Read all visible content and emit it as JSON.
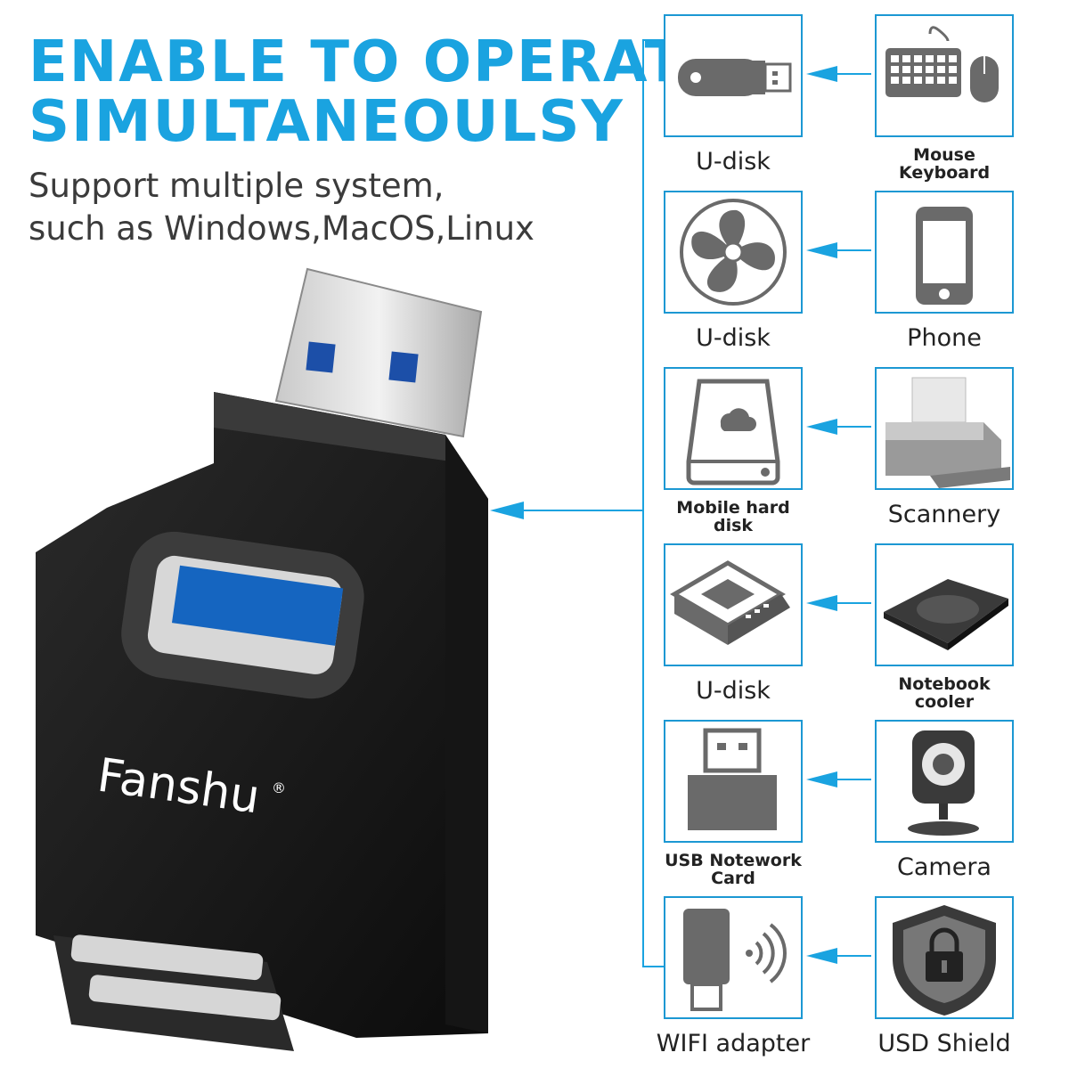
{
  "headline": {
    "line1": "ENABLE TO OPERATE",
    "line2": "SIMULTANEOULSY"
  },
  "subtitle": {
    "line1": "Support multiple system,",
    "line2": "such as Windows,MacOS,Linux"
  },
  "brand": {
    "name": "Fanshu",
    "mark": "®"
  },
  "colors": {
    "accent": "#1aa3e0",
    "tile_border": "#1c98d3",
    "icon_gray": "#6a6a6a",
    "port_blue": "#1565c0"
  },
  "rows": [
    {
      "left": {
        "icon": "usb-stick-icon",
        "label": [
          "U-disk"
        ]
      },
      "right": {
        "icon": "keyboard-mouse-icon",
        "label": [
          "Mouse",
          "Keyboard"
        ]
      }
    },
    {
      "left": {
        "icon": "fan-icon",
        "label": [
          "U-disk"
        ]
      },
      "right": {
        "icon": "phone-icon",
        "label": [
          "Phone"
        ]
      }
    },
    {
      "left": {
        "icon": "hard-drive-icon",
        "label": [
          "Mobile hard",
          "disk"
        ]
      },
      "right": {
        "icon": "printer-icon",
        "label": [
          "Scannery"
        ]
      }
    },
    {
      "left": {
        "icon": "scanner-icon",
        "label": [
          "U-disk"
        ]
      },
      "right": {
        "icon": "notebook-cooler-icon",
        "label": [
          "Notebook",
          "cooler"
        ]
      }
    },
    {
      "left": {
        "icon": "usb-network-card-icon",
        "label": [
          "USB Notework",
          "Card"
        ]
      },
      "right": {
        "icon": "camera-icon",
        "label": [
          "Camera"
        ]
      }
    },
    {
      "left": {
        "icon": "wifi-adapter-icon",
        "label": [
          "WIFI adapter"
        ]
      },
      "right": {
        "icon": "shield-lock-icon",
        "label": [
          "USD Shield"
        ]
      }
    }
  ]
}
